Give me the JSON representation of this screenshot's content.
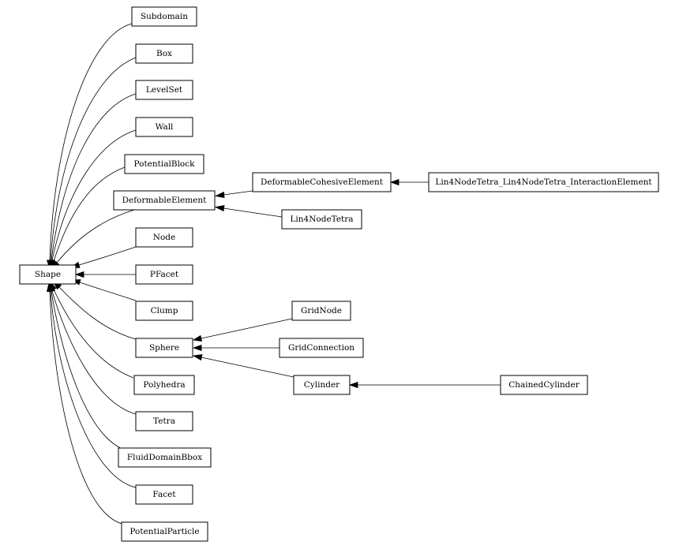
{
  "diagram": {
    "nodes": {
      "shape": "Shape",
      "subdomain": "Subdomain",
      "box": "Box",
      "levelset": "LevelSet",
      "wall": "Wall",
      "potentialblock": "PotentialBlock",
      "deformableelement": "DeformableElement",
      "deformablecohesiveelement": "DeformableCohesiveElement",
      "lin4tetra_interaction": "Lin4NodeTetra_Lin4NodeTetra_InteractionElement",
      "lin4nodetetra": "Lin4NodeTetra",
      "node": "Node",
      "pfacet": "PFacet",
      "clump": "Clump",
      "sphere": "Sphere",
      "gridnode": "GridNode",
      "gridconnection": "GridConnection",
      "cylinder": "Cylinder",
      "chainedcylinder": "ChainedCylinder",
      "polyhedra": "Polyhedra",
      "tetra": "Tetra",
      "fluiddomainbbox": "FluidDomainBbox",
      "facet": "Facet",
      "potentialparticle": "PotentialParticle"
    }
  }
}
